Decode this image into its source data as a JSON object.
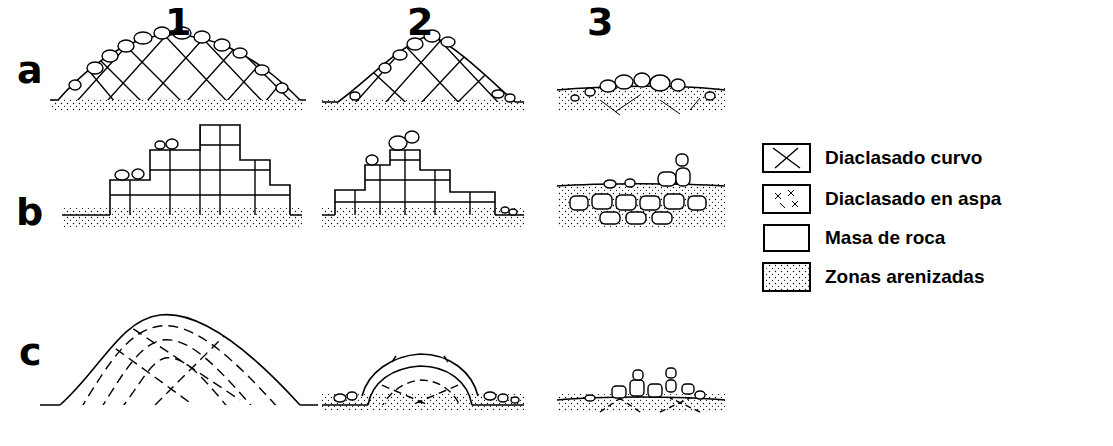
{
  "diagram": {
    "labels": [
      "1",
      "2",
      "3",
      "a",
      "b",
      "c"
    ],
    "legend": [
      {
        "text": "Diaclasado curvo"
      },
      {
        "text": "Diaclasado en aspa"
      },
      {
        "text": "Masa de roca",
        "color": "#ffffff"
      },
      {
        "text": "Zonas arenizadas"
      }
    ]
  }
}
